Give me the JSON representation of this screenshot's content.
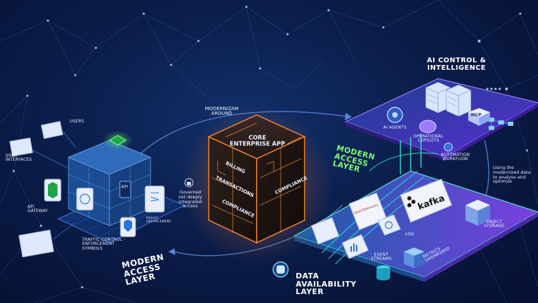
{
  "labels": {
    "users": "USERS",
    "user_interfaces": "USER INTERFACES",
    "api_gateway": "API GATEWAY",
    "traffic_control": "TRAFFIC CONTROL · ENFORCEMENT SYMBOLS",
    "modern_access_left": "MODERN ACCESS LAYER",
    "api_chip": "API",
    "policy_enforcement": "POLICY ENFORCEMENT",
    "modernize_around": "MODERNIZAM AROUND",
    "governed_note": "Governed not deeply integrated access",
    "core_app": "CORE ENTERPRISE APP",
    "billing": "BILLING",
    "transactions": "TRANSACTIONS",
    "compliance_front": "COMPLIANCE",
    "compliance_side": "COMPLIANCE",
    "modern_access_right": "MODERN ACCESS LAYER",
    "ai_control": "AI CONTROL & INTELLIGENCE",
    "ai_agents": "AI AGENTS",
    "operational_copilots": "OPERATIONAL COPILOTS",
    "mcp": "MCP",
    "automation_workflow": "AUTOMATION WORKFLOW",
    "using_note": "Using the modernized data to analyse and optimize",
    "kafka": "kafka",
    "opentelemetry": "OpenTelemetry",
    "log": "LOG",
    "event_streams": "EVENT STREAMS",
    "metrics_dashboard": "METRICS DASHBOARD",
    "object_storage": "OBJECT STORAGE",
    "data_availability": "DATA AVAILABILITY LAYER"
  },
  "colors": {
    "accent_green": "#7dff6a",
    "core_orange": "#ff8a2a",
    "platform_purple": "#7a4dff",
    "platform_teal": "#1fd1c4"
  }
}
